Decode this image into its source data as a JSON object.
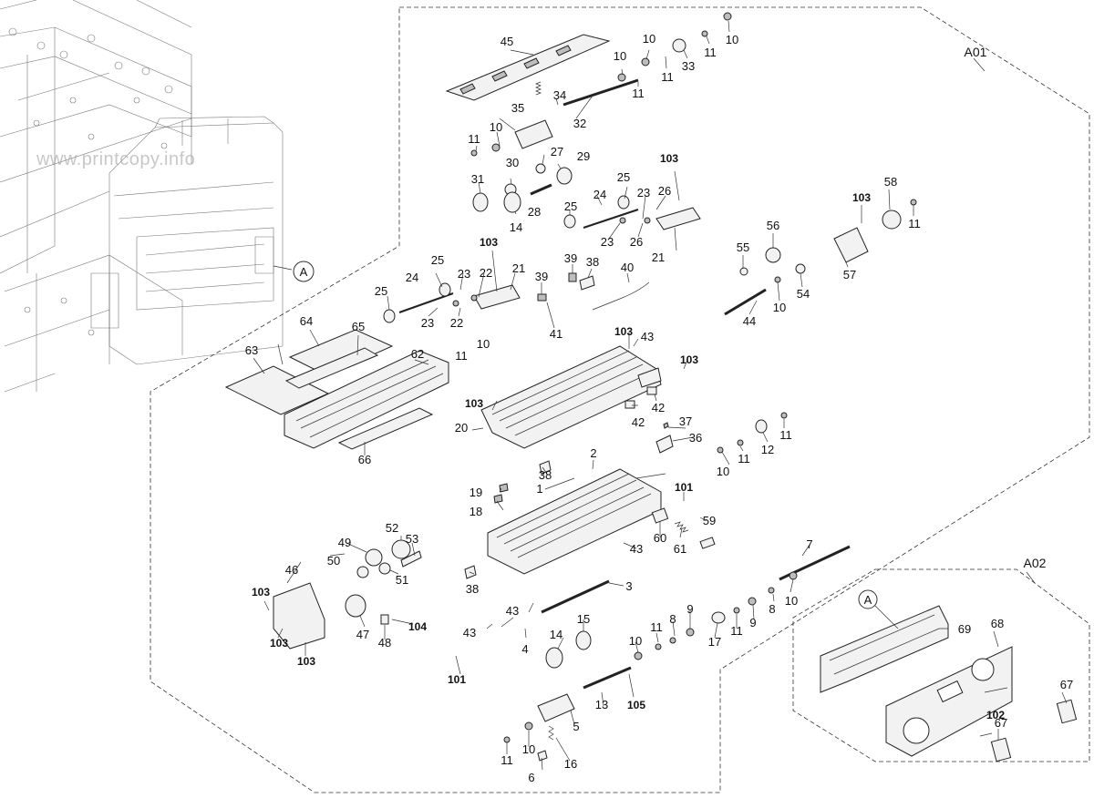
{
  "watermark": "www.printcopy.info",
  "group_labels": {
    "a01": "A01",
    "a02": "A02",
    "callout_a": "A"
  },
  "part_numbers": {
    "p1": "1",
    "p2": "2",
    "p3": "3",
    "p4": "4",
    "p5": "5",
    "p6": "6",
    "p7": "7",
    "p8": "8",
    "p9": "9",
    "p10": "10",
    "p11": "11",
    "p12": "12",
    "p13": "13",
    "p14": "14",
    "p15": "15",
    "p16": "16",
    "p17": "17",
    "p18": "18",
    "p19": "19",
    "p20": "20",
    "p21": "21",
    "p22": "22",
    "p23": "23",
    "p24": "24",
    "p25": "25",
    "p26": "26",
    "p27": "27",
    "p28": "28",
    "p29": "29",
    "p30": "30",
    "p31": "31",
    "p32": "32",
    "p33": "33",
    "p34": "34",
    "p35": "35",
    "p36": "36",
    "p37": "37",
    "p38": "38",
    "p39": "39",
    "p40": "40",
    "p41": "41",
    "p42": "42",
    "p43": "43",
    "p44": "44",
    "p45": "45",
    "p46": "46",
    "p47": "47",
    "p48": "48",
    "p49": "49",
    "p50": "50",
    "p51": "51",
    "p52": "52",
    "p53": "53",
    "p54": "54",
    "p55": "55",
    "p56": "56",
    "p57": "57",
    "p58": "58",
    "p59": "59",
    "p60": "60",
    "p61": "61",
    "p62": "62",
    "p63": "63",
    "p64": "64",
    "p65": "65",
    "p66": "66",
    "p67": "67",
    "p68": "68",
    "p69": "69",
    "p101": "101",
    "p102": "102",
    "p103": "103",
    "p104": "104",
    "p105": "105"
  }
}
